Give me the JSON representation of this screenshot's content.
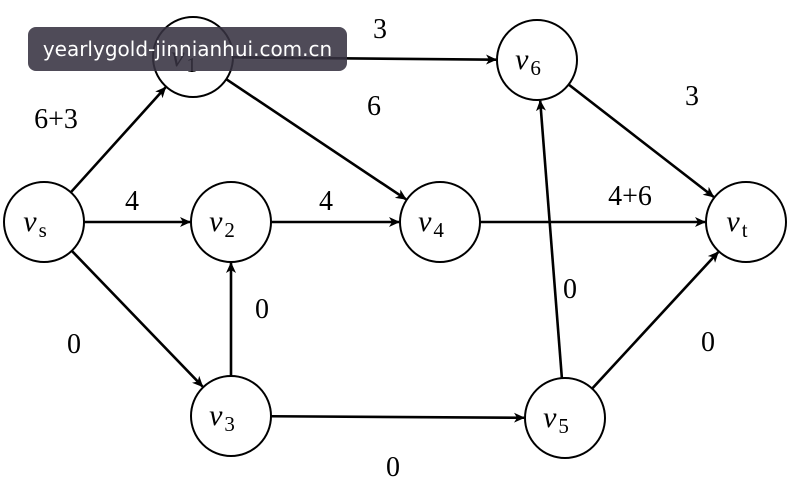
{
  "watermark": "yearlygold-jinnianhui.com.cn",
  "nodes": [
    {
      "id": "vs",
      "base": "v",
      "sub": "s"
    },
    {
      "id": "v1",
      "base": "v",
      "sub": "1"
    },
    {
      "id": "v2",
      "base": "v",
      "sub": "2"
    },
    {
      "id": "v3",
      "base": "v",
      "sub": "3"
    },
    {
      "id": "v4",
      "base": "v",
      "sub": "4"
    },
    {
      "id": "v5",
      "base": "v",
      "sub": "5"
    },
    {
      "id": "v6",
      "base": "v",
      "sub": "6"
    },
    {
      "id": "vt",
      "base": "v",
      "sub": "t"
    }
  ],
  "edges": [
    {
      "from": "vs",
      "to": "v1",
      "label": "6+3"
    },
    {
      "from": "vs",
      "to": "v2",
      "label": "4"
    },
    {
      "from": "vs",
      "to": "v3",
      "label": "0"
    },
    {
      "from": "v1",
      "to": "v6",
      "label": "3"
    },
    {
      "from": "v1",
      "to": "v4",
      "label": "6"
    },
    {
      "from": "v2",
      "to": "v4",
      "label": "4"
    },
    {
      "from": "v3",
      "to": "v2",
      "label": "0"
    },
    {
      "from": "v3",
      "to": "v5",
      "label": "0"
    },
    {
      "from": "v4",
      "to": "vt",
      "label": "4+6"
    },
    {
      "from": "v5",
      "to": "v6",
      "label": "0"
    },
    {
      "from": "v5",
      "to": "vt",
      "label": "0"
    },
    {
      "from": "v6",
      "to": "vt",
      "label": "3"
    }
  ]
}
